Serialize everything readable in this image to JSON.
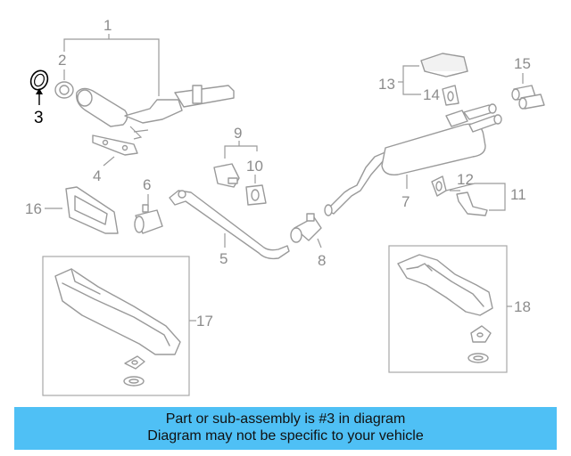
{
  "diagram": {
    "callouts": {
      "c1": "1",
      "c2": "2",
      "c3": "3",
      "c4": "4",
      "c5": "5",
      "c6": "6",
      "c7": "7",
      "c8": "8",
      "c9": "9",
      "c10": "10",
      "c11": "11",
      "c12": "12",
      "c13": "13",
      "c14": "14",
      "c15": "15",
      "c16": "16",
      "c17": "17",
      "c18": "18"
    },
    "highlighted_part": "3",
    "colors": {
      "line": "#9a9a9a",
      "highlight": "#000000",
      "banner": "#4fc0f5"
    }
  },
  "banner": {
    "line1": "Part or sub-assembly is #3 in diagram",
    "line2": "Diagram may not be specific to your vehicle"
  }
}
